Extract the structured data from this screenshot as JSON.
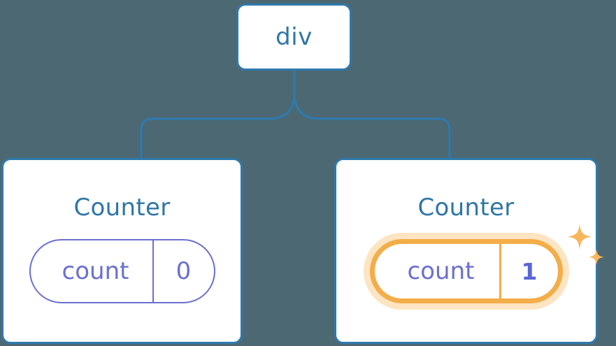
{
  "diagram": {
    "type": "component-tree",
    "background_color": "#4c6873",
    "node_border_color": "#2f79ac",
    "node_fill_color": "#ffffff",
    "title_text_color": "#2f76a5",
    "state_pill_color": "#6a6fd0",
    "highlight_color": "#f3ad49",
    "highlight_glow_color": "#fac478",
    "highlight_value_color": "#5a66d6"
  },
  "root": {
    "label": "div"
  },
  "children": [
    {
      "title": "Counter",
      "state": {
        "key": "count",
        "value": "0"
      },
      "highlighted": false,
      "sparkles": false
    },
    {
      "title": "Counter",
      "state": {
        "key": "count",
        "value": "1"
      },
      "highlighted": true,
      "sparkles": true
    }
  ],
  "icons": {
    "sparkle_large": "sparkle-icon",
    "sparkle_small": "sparkle-small-icon"
  }
}
